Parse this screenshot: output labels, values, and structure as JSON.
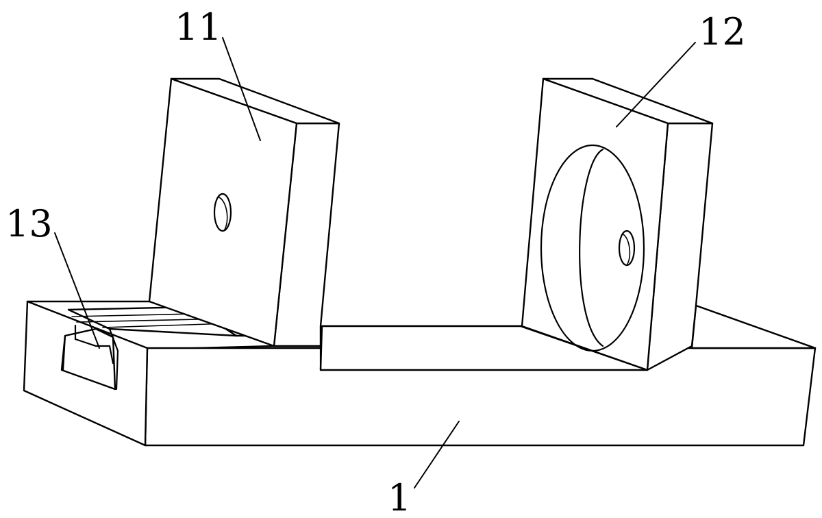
{
  "labels": {
    "base": "1",
    "left_support": "11",
    "right_support": "12",
    "slide_slot": "13"
  },
  "colors": {
    "stroke": "#000000",
    "background": "#ffffff"
  }
}
